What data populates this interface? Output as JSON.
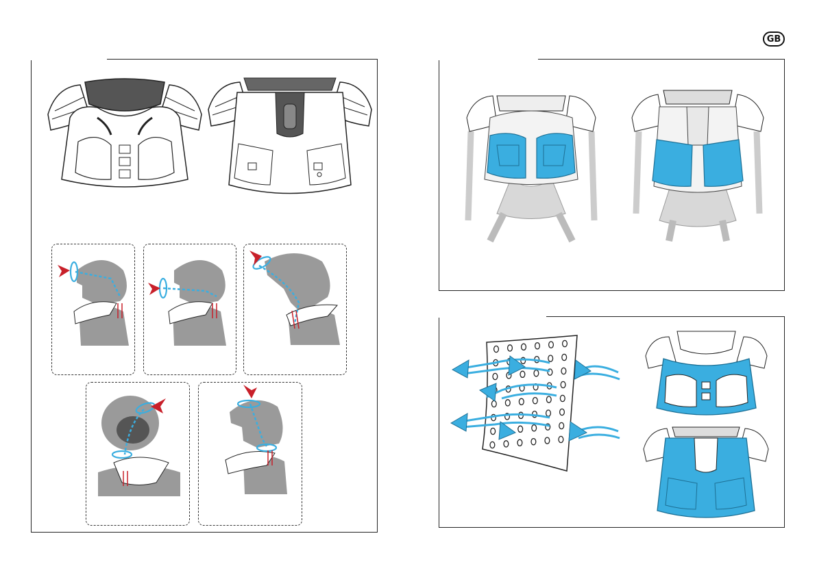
{
  "page": {
    "language_badge": "GB"
  },
  "colors": {
    "accent_blue": "#3aaee0",
    "arrow_red": "#c8202a",
    "silhouette_gray": "#9a9a9a",
    "bone_gray": "#d8d8d8",
    "outline": "#222222"
  },
  "figures": {
    "brace_front": "brace-front-illustration",
    "brace_back": "brace-back-illustration",
    "skeleton_front": "skeleton-front-with-pads",
    "skeleton_back": "skeleton-back-with-pads",
    "vent_panel": "perforated-panel-airflow",
    "brace_blue_front": "brace-blue-front",
    "brace_blue_back": "brace-blue-back"
  }
}
